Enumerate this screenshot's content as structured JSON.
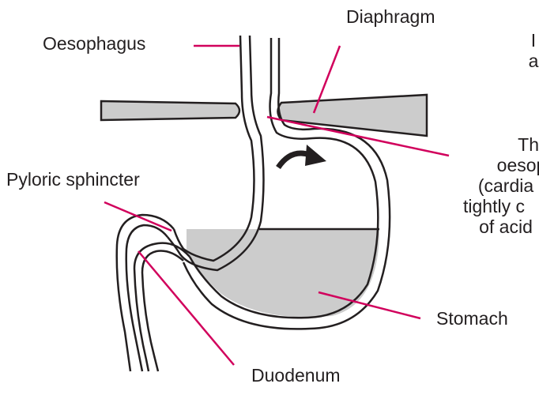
{
  "labels": {
    "oesophagus": "Oesophagus",
    "diaphragm": "Diaphragm",
    "pyloric_sphincter": "Pyloric sphincter",
    "stomach": "Stomach",
    "duodenum": "Duodenum"
  },
  "note_top": [
    "I",
    "a"
  ],
  "note_valve": [
    "The",
    "oesop",
    "(cardia",
    "tightly c",
    "of acid"
  ],
  "colors": {
    "pointer": "#d1005c",
    "outline": "#231f20",
    "fill": "#cccccc",
    "text": "#231f20"
  }
}
